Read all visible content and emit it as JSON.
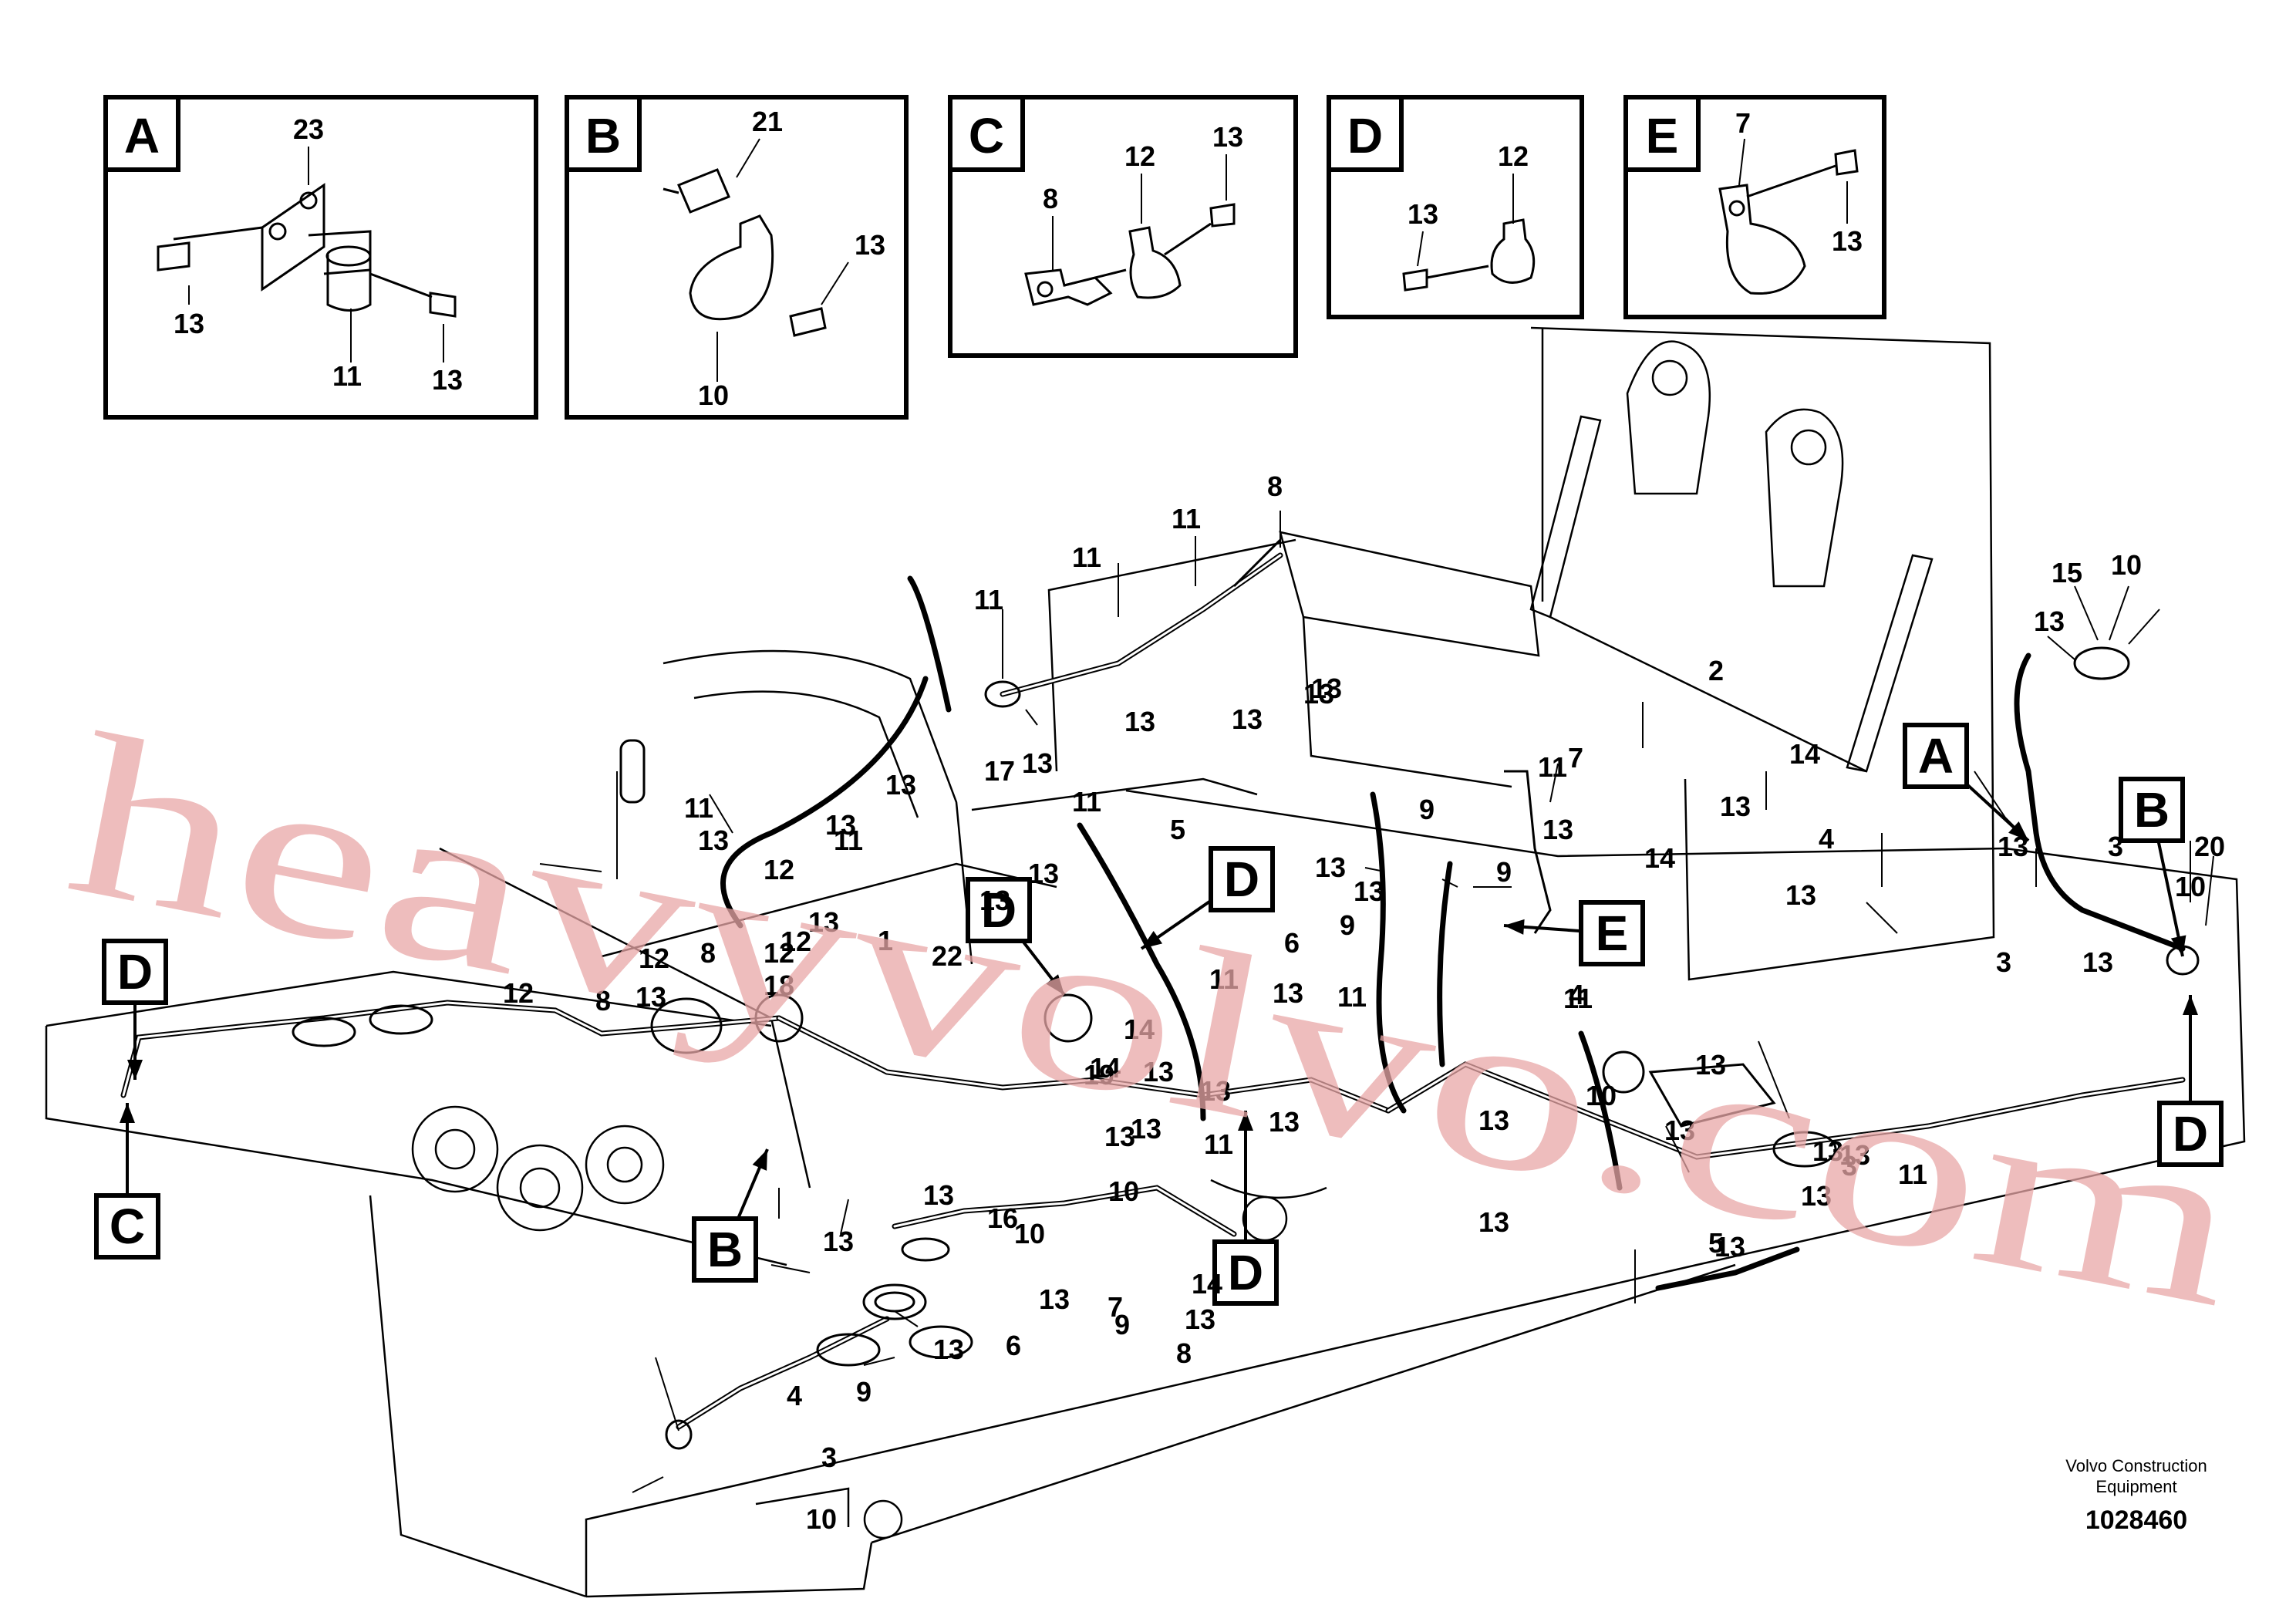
{
  "detail_boxes": [
    {
      "letter": "A",
      "parts": [
        "23",
        "13",
        "11",
        "13"
      ]
    },
    {
      "letter": "B",
      "parts": [
        "21",
        "13",
        "10"
      ]
    },
    {
      "letter": "C",
      "parts": [
        "13",
        "12",
        "8"
      ]
    },
    {
      "letter": "D",
      "parts": [
        "12",
        "13"
      ]
    },
    {
      "letter": "E",
      "parts": [
        "7",
        "13"
      ]
    }
  ],
  "detail_refs": [
    "A",
    "B",
    "B",
    "C",
    "D",
    "D",
    "D",
    "D",
    "D",
    "E"
  ],
  "callouts": [
    "8",
    "11",
    "11",
    "11",
    "13",
    "13",
    "13",
    "13",
    "13",
    "17",
    "11",
    "13",
    "11",
    "13",
    "13",
    "13",
    "11",
    "12",
    "12",
    "1",
    "13",
    "12",
    "8",
    "12",
    "22",
    "13",
    "18",
    "13",
    "8",
    "12",
    "11",
    "13",
    "2",
    "13",
    "7",
    "14",
    "13",
    "14",
    "4",
    "13",
    "11",
    "3",
    "13",
    "3",
    "10",
    "15",
    "13",
    "13",
    "10",
    "20",
    "13",
    "13",
    "9",
    "9",
    "9",
    "6",
    "4",
    "13",
    "11",
    "13",
    "13",
    "13",
    "3",
    "10",
    "13",
    "13",
    "5",
    "13",
    "5",
    "13",
    "11",
    "11",
    "14",
    "14",
    "13",
    "13",
    "11",
    "13",
    "19",
    "13",
    "13",
    "10",
    "13",
    "13",
    "16",
    "10",
    "7",
    "13",
    "8",
    "9",
    "14",
    "13",
    "6",
    "13",
    "9",
    "4",
    "3",
    "10"
  ],
  "watermark": "heavyvolvo.com",
  "credit_line1": "Volvo Construction",
  "credit_line2": "Equipment",
  "doc_number": "1028460"
}
